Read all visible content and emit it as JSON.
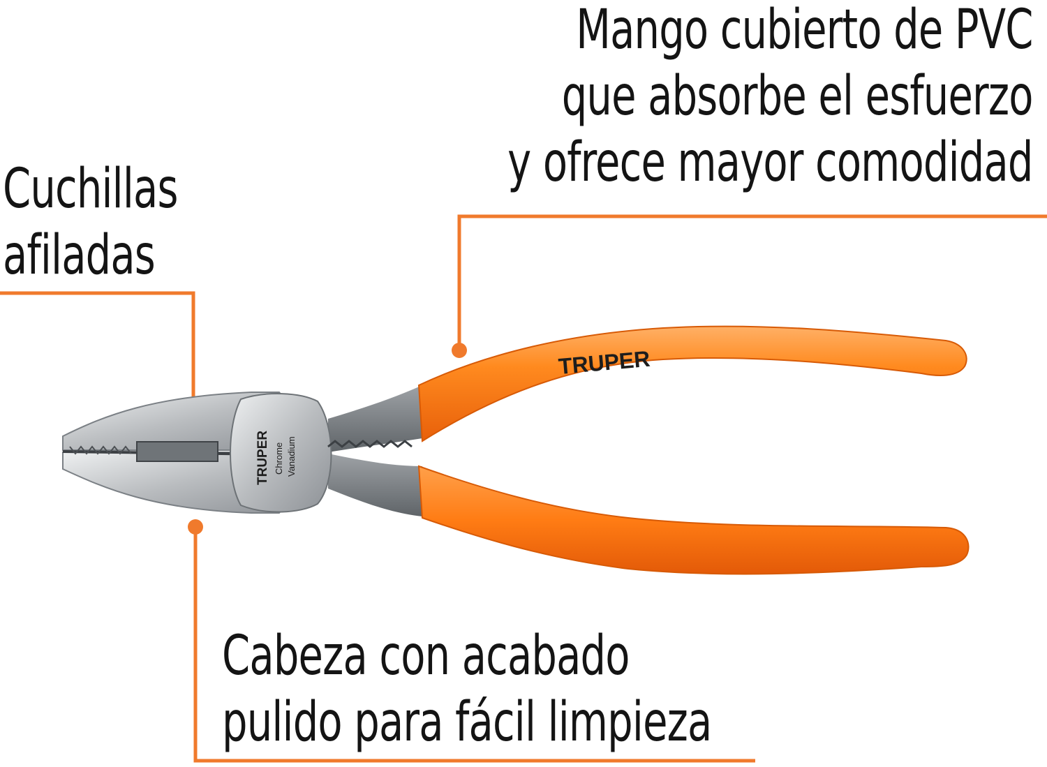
{
  "callouts": {
    "handle": {
      "lines": [
        "Mango cubierto de PVC",
        "que absorbe el esfuerzo",
        "y ofrece mayor comodidad"
      ]
    },
    "blades": {
      "lines": [
        "Cuchillas",
        "afiladas"
      ]
    },
    "head": {
      "lines": [
        "Cabeza con acabado",
        "pulido para fácil limpieza"
      ]
    }
  },
  "tool": {
    "brand_handle": "TRUPER",
    "brand_head": "TRUPER",
    "material_line1": "Chrome",
    "material_line2": "Vanadium"
  },
  "colors": {
    "accent": "#f07a2c",
    "handle": "#ff7a12",
    "steel": "#c9cbcd",
    "text": "#141414"
  }
}
